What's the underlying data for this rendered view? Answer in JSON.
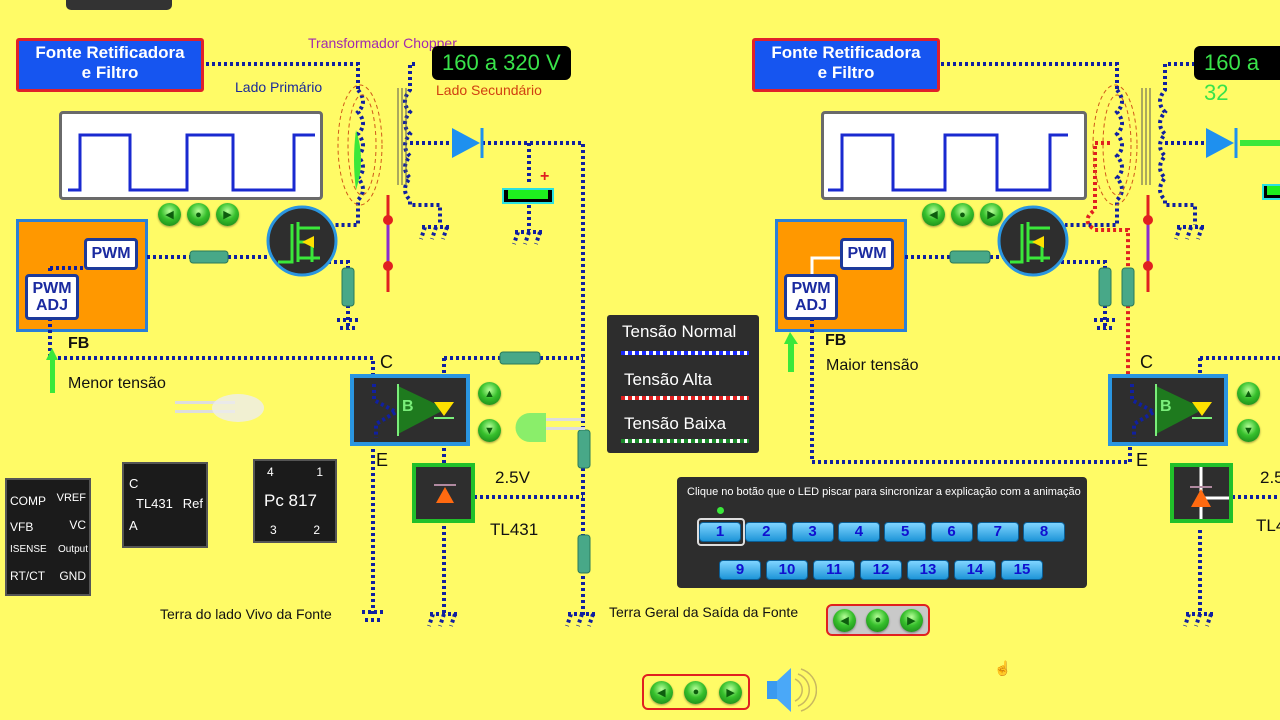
{
  "top_tab": "",
  "left": {
    "title_line1": "Fonte Retificadora",
    "title_line2": "e Filtro",
    "transformer_label": "Transformador Chopper",
    "voltage_display": "160 a 320 V",
    "primary_label": "Lado Primário",
    "secondary_label": "Lado Secundário",
    "pwm_label": "PWM",
    "pwm_adj_line1": "PWM",
    "pwm_adj_line2": "ADJ",
    "fb_label": "FB",
    "fb_state": "Menor tensão",
    "c_label": "C",
    "e_label": "E",
    "b_label": "B",
    "ref_voltage": "2.5V",
    "tl431_label": "TL431",
    "ground_live": "Terra do lado Vivo da Fonte",
    "ground_output": "Terra Geral da Saída da Fonte",
    "capacitor_plus": "+"
  },
  "right": {
    "title_line1": "Fonte Retificadora",
    "title_line2": "e Filtro",
    "voltage_display": "160 a 32",
    "pwm_label": "PWM",
    "pwm_adj_line1": "PWM",
    "pwm_adj_line2": "ADJ",
    "fb_label": "FB",
    "fb_state": "Maior  tensão",
    "c_label": "C",
    "e_label": "E",
    "b_label": "B",
    "ref_voltage": "2.5",
    "tl431_label": "TL4"
  },
  "chips": {
    "controller": {
      "left_pins": [
        "COMP",
        "VFB",
        "ISENSE",
        "RT/CT"
      ],
      "right_pins": [
        "VREF",
        "VC",
        "Output",
        "GND"
      ]
    },
    "tl431": {
      "pin_c": "C",
      "pin_a": "A",
      "name": "TL431",
      "pin_ref": "Ref"
    },
    "pc817": {
      "pin4": "4",
      "pin1": "1",
      "name": "Pc 817",
      "pin3": "3",
      "pin2": "2"
    }
  },
  "legend": {
    "items": [
      {
        "label": "Tensão Normal",
        "color": "#1a2aff"
      },
      {
        "label": "Tensão Alta",
        "color": "#e02020"
      },
      {
        "label": "Tensão Baixa",
        "color": "#1a8a2a"
      }
    ]
  },
  "sync_panel": {
    "instruction": "Clique no botão que o LED piscar para sincronizar a explicação com a animação",
    "buttons_row1": [
      "1",
      "2",
      "3",
      "4",
      "5",
      "6",
      "7",
      "8"
    ],
    "buttons_row2": [
      "9",
      "10",
      "11",
      "12",
      "13",
      "14",
      "15"
    ],
    "active": "1"
  },
  "controls": {
    "prev": "◀",
    "pause": "●",
    "next": "▶",
    "up": "▲",
    "down": "▼"
  },
  "colors": {
    "background": "#fffb66",
    "wire_normal": "#1020a0",
    "title_bg": "#1655f0",
    "title_border": "#e0202a"
  }
}
